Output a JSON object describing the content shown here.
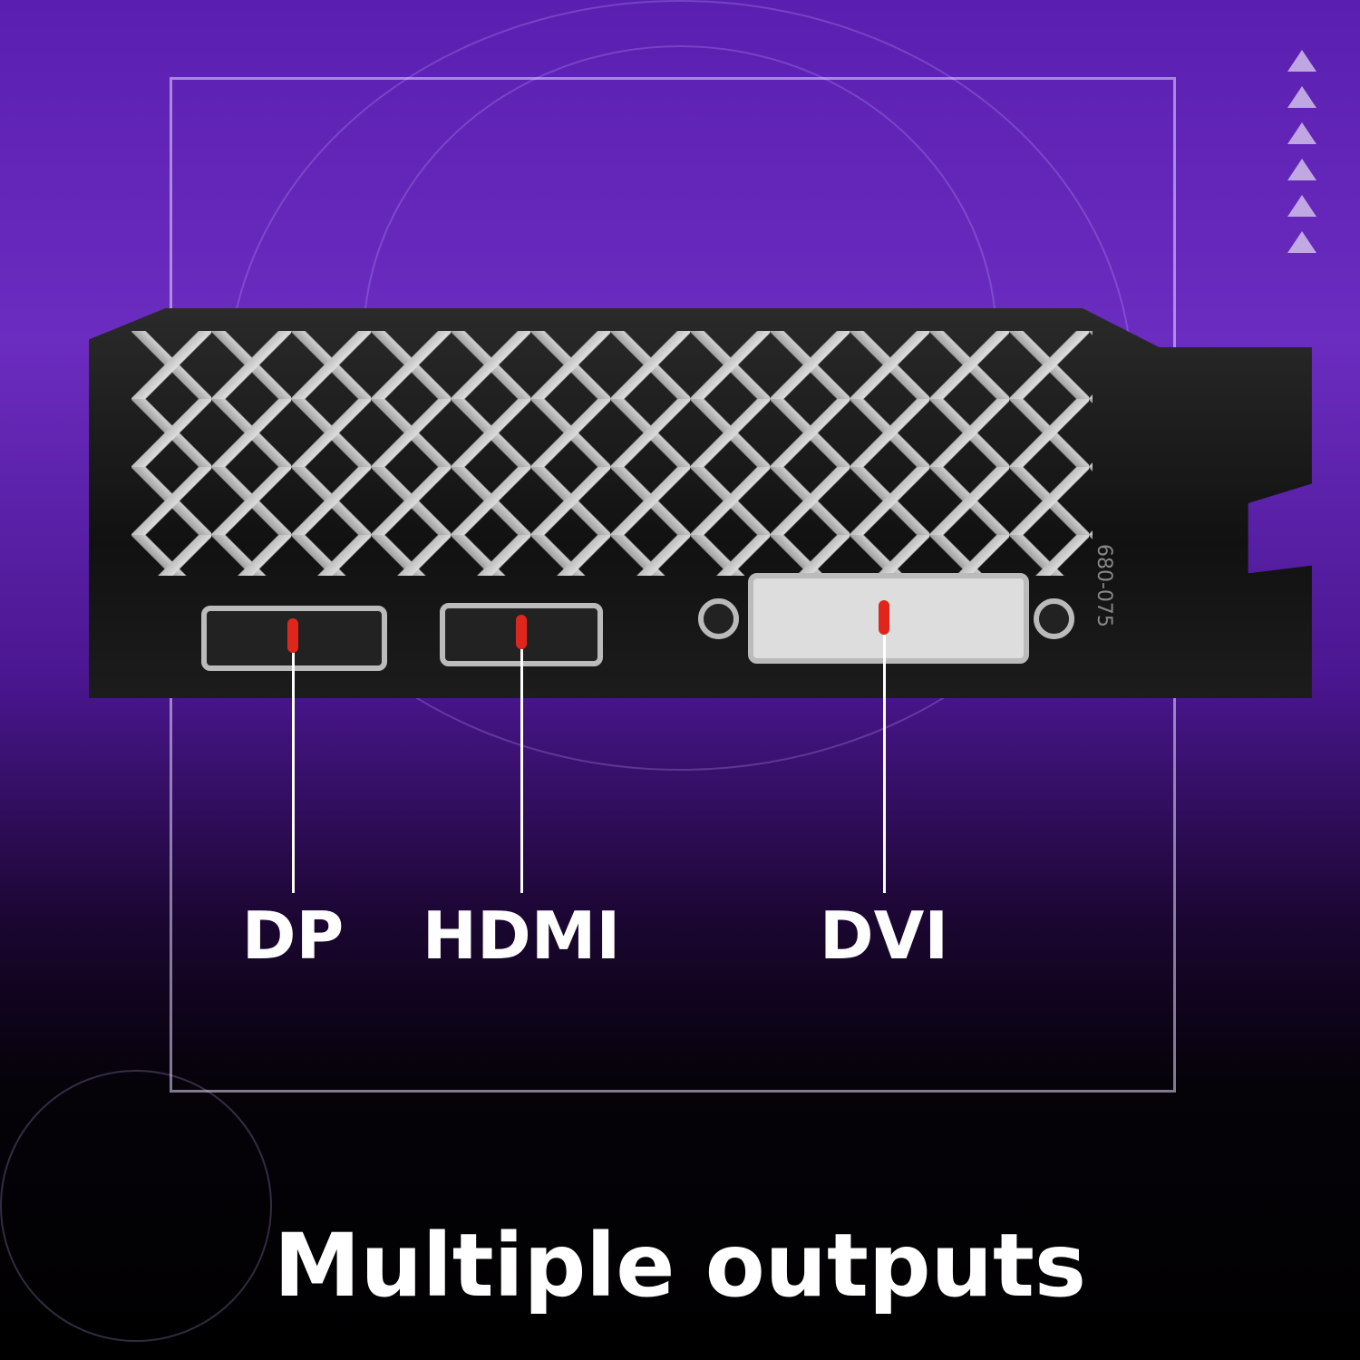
{
  "ports": [
    {
      "label": "DP"
    },
    {
      "label": "HDMI"
    },
    {
      "label": "DVI"
    }
  ],
  "title": "Multiple outputs",
  "bracket_stamp": "680-075",
  "colors": {
    "marker": "#e0261c",
    "accent": "#6b2cc0"
  }
}
